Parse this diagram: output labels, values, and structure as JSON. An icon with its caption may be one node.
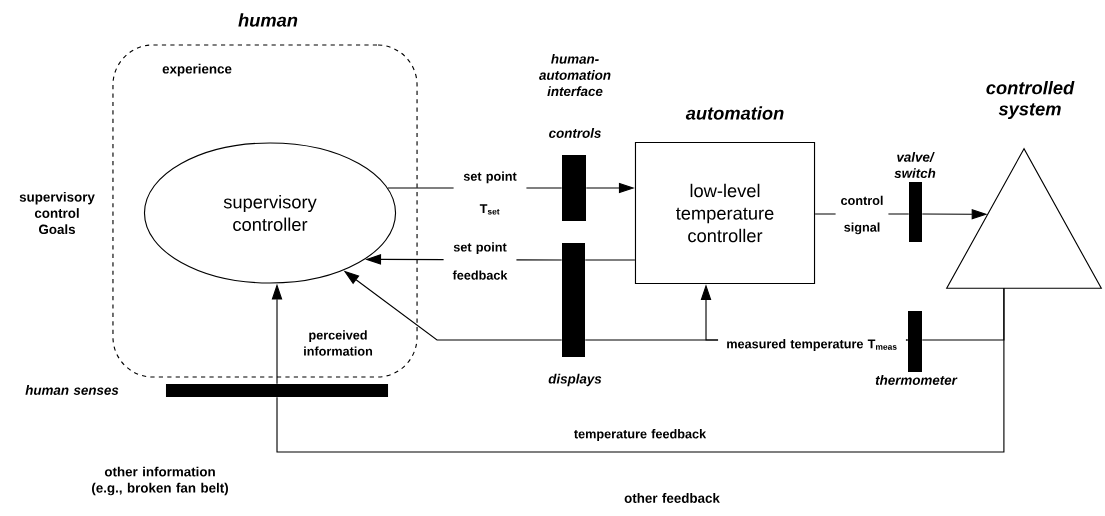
{
  "diagram": {
    "nodes": [
      {
        "text": [
          "human",
          "experience"
        ]
      },
      {
        "text": [
          "supervisory controller"
        ],
        "in": 0
      },
      {
        "text": [
          "automation",
          "low-level temperature controller"
        ]
      },
      {
        "text": [
          "controlled system"
        ]
      },
      {
        "text": [],
        "shape": "bar",
        "beside": [
          "controls"
        ]
      },
      {
        "text": [],
        "shape": "bar",
        "beside": [
          "displays"
        ]
      },
      {
        "text": [],
        "shape": "bar",
        "beside": [
          "valve/ switch"
        ]
      },
      {
        "text": [],
        "shape": "bar",
        "beside": [
          "thermometer"
        ]
      },
      {
        "text": [],
        "shape": "bar",
        "beside": [
          "human senses"
        ]
      }
    ],
    "edges": [
      {
        "from": 1,
        "to": 4,
        "arrow": "none",
        "label": "set point T$_{set}$"
      },
      {
        "from": 4,
        "to": 2,
        "arrow": "to"
      },
      {
        "from": 2,
        "to": 5,
        "arrow": "none"
      },
      {
        "from": 5,
        "to": 1,
        "arrow": "to",
        "label": "set point feedback"
      },
      {
        "from": 2,
        "to": 6,
        "arrow": "none",
        "label": "control signal"
      },
      {
        "from": 6,
        "to": 3,
        "arrow": "to"
      },
      {
        "from": 3,
        "to": 7,
        "arrow": "none"
      },
      {
        "from": 7,
        "to": 2,
        "arrow": "to",
        "label": "measured temperature T$_{meas}$"
      },
      {
        "from": 7,
        "to": 5,
        "arrow": "none"
      },
      {
        "from": 5,
        "to": 1,
        "arrow": "to",
        "label": "perceived information"
      },
      {
        "from": 3,
        "to": 8,
        "arrow": "none",
        "label": "temperature feedback"
      },
      {
        "from": 8,
        "to": 1,
        "arrow": "to"
      }
    ],
    "labels": [
      "human-automation interface",
      "supervisory control Goals",
      "other information (e.g., broken fan belt)",
      "other feedback"
    ]
  }
}
